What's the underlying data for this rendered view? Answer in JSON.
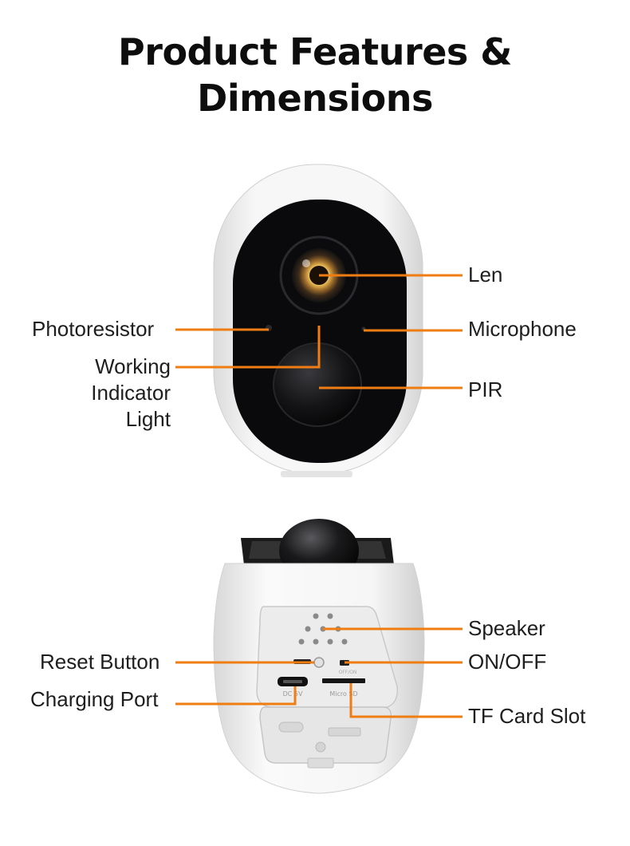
{
  "title": {
    "line1": "Product Features &",
    "line2": "Dimensions"
  },
  "front_labels": {
    "len": "Len",
    "photoresistor": "Photoresistor",
    "microphone": "Microphone",
    "working_line1": "Working",
    "working_line2": "Indicator",
    "working_line3": "Light",
    "pir": "PIR"
  },
  "back_labels": {
    "speaker": "Speaker",
    "reset_button": "Reset Button",
    "on_off": "ON/OFF",
    "charging_port": "Charging Port",
    "tf_card_slot": "TF Card Slot"
  },
  "port_markings": {
    "dc5v": "DC 5V",
    "micro_sd": "Micro SD",
    "on_off_small": "OFF/ON"
  },
  "colors": {
    "callout_line": "#f07d14",
    "camera_body": "#ffffff",
    "camera_face": "#0a0a0c"
  }
}
